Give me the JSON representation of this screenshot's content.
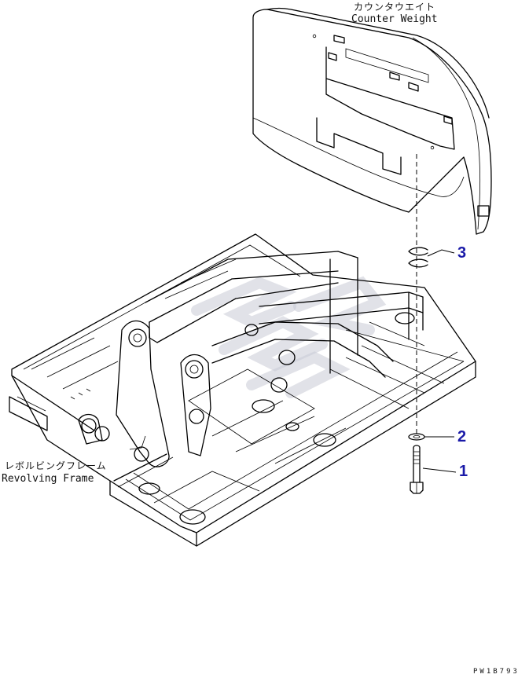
{
  "labels": {
    "counter_weight_jp": "カウンタウエイト",
    "counter_weight_en": "Counter Weight",
    "revolving_frame_jp": "レボルビングフレーム",
    "revolving_frame_en": "Revolving Frame"
  },
  "callouts": {
    "bolt": "1",
    "washer": "2",
    "shims": "3"
  },
  "drawing_code": "PW1B793",
  "colors": {
    "line": "#000000",
    "callout": "#1a1aa8",
    "watermark": "#c8cbd6"
  }
}
